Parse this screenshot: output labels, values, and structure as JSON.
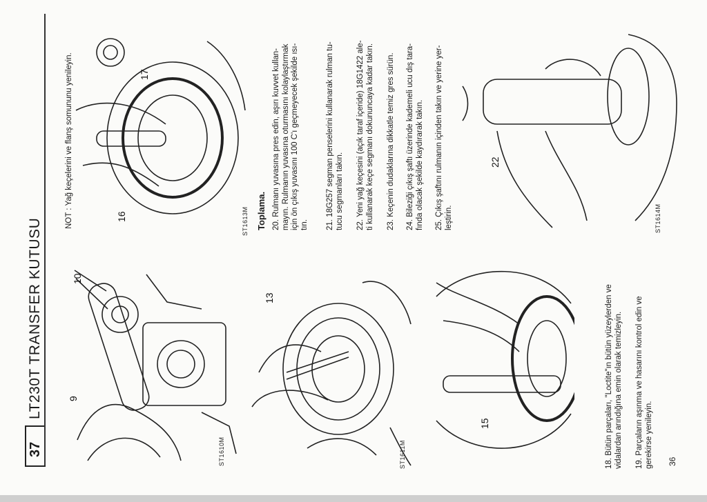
{
  "header": {
    "page_number": "37",
    "title": "LT230T TRANSFER KUTUSU"
  },
  "note": "NOT : Yağ keçelerini ve flanş somununu yenileyin.",
  "section_title": "Toplama.",
  "figures": {
    "fig1": {
      "code": "ST1610M",
      "callouts": [
        "10",
        "9"
      ]
    },
    "fig2": {
      "code": "ST1611M",
      "callouts": [
        "13"
      ]
    },
    "fig3": {
      "code": "",
      "callouts": [
        "15"
      ]
    },
    "fig4": {
      "code": "ST1613M",
      "callouts": [
        "17",
        "16"
      ]
    },
    "fig5": {
      "code": "ST1614M",
      "callouts": [
        "22"
      ]
    }
  },
  "steps": [
    {
      "number": "20.",
      "lines": [
        "20. Rulmanı yuvasına pres edin, aşırı kuvvet kullan-",
        "mayın. Rulmanın yuvasına oturmasını kolaylaştırmak",
        "için ön çıkış yuvasını 100 C'ı geçmeyecek şekilde ısı-",
        "tın."
      ]
    },
    {
      "number": "21.",
      "lines": [
        "21. 18G257 segman penselerini kullanarak rulman tu-",
        "tucu segmanları takın."
      ]
    },
    {
      "number": "22.",
      "lines": [
        "22. Yeni yağ keçesini (açık taraf içeride) 18G1422 ale-",
        "ti kullanarak keçe segmanı dokununcaya kadar takın."
      ]
    },
    {
      "number": "23.",
      "lines": [
        "23. Keçenin dudaklarına dikkatle temiz gres sürün."
      ]
    },
    {
      "number": "24.",
      "lines": [
        "24. Bileziği çıkış şaftı üzerinde kademeli ucu dış tara-",
        "fında olacak şekilde kaydırarak takın."
      ]
    },
    {
      "number": "25.",
      "lines": [
        "25. Çıkış şaftını rulmanın içinden takın ve yerine yer-",
        "leştirin."
      ]
    },
    {
      "number": "18.",
      "lines": [
        "18. Bütün parçaları, \"Loctite\"ın bütün yüzeylerden ve",
        "vidalardan arındığına emin olarak temizleyin."
      ]
    },
    {
      "number": "19.",
      "lines": [
        "19. Parçaların aşınma ve hasarını kontrol edin ve",
        "gerekirse yenileyin."
      ]
    }
  ],
  "footer": {
    "page_label": "36"
  }
}
